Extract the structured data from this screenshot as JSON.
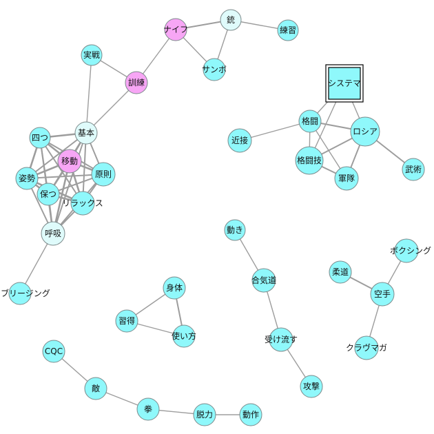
{
  "colors": {
    "cyan": "#8ff8fb",
    "light": "#dffbfb",
    "magenta": "#f7a6f5",
    "stroke": "#7c8a8b",
    "edge": "#9d9d9d"
  },
  "nodes": [
    {
      "id": "naifu",
      "label": "ナイフ",
      "color": "magenta"
    },
    {
      "id": "ju",
      "label": "銃",
      "color": "light"
    },
    {
      "id": "renshu",
      "label": "練習",
      "color": "cyan"
    },
    {
      "id": "sambo",
      "label": "サンボ",
      "color": "cyan"
    },
    {
      "id": "jissen",
      "label": "実戦",
      "color": "cyan"
    },
    {
      "id": "kunren",
      "label": "訓練",
      "color": "magenta"
    },
    {
      "id": "kihon",
      "label": "基本",
      "color": "light"
    },
    {
      "id": "yotsu",
      "label": "四つ",
      "color": "cyan"
    },
    {
      "id": "ido",
      "label": "移動",
      "color": "magenta"
    },
    {
      "id": "gensoku",
      "label": "原則",
      "color": "cyan"
    },
    {
      "id": "shisei",
      "label": "姿勢",
      "color": "cyan"
    },
    {
      "id": "tamotsu",
      "label": "保つ",
      "color": "cyan"
    },
    {
      "id": "relax",
      "label": "リラックス",
      "color": "cyan"
    },
    {
      "id": "kokyu",
      "label": "呼吸",
      "color": "light"
    },
    {
      "id": "breathing",
      "label": "ブリージング",
      "color": "cyan"
    },
    {
      "id": "system",
      "label": "システマ",
      "color": "cyan",
      "shape": "square"
    },
    {
      "id": "kakuto",
      "label": "格闘",
      "color": "cyan"
    },
    {
      "id": "russia",
      "label": "ロシア",
      "color": "cyan"
    },
    {
      "id": "kinsetsu",
      "label": "近接",
      "color": "cyan"
    },
    {
      "id": "kakutogi",
      "label": "格闘技",
      "color": "cyan"
    },
    {
      "id": "guntai",
      "label": "軍隊",
      "color": "cyan"
    },
    {
      "id": "bujutsu",
      "label": "武術",
      "color": "cyan"
    },
    {
      "id": "ugoki",
      "label": "動き",
      "color": "cyan"
    },
    {
      "id": "aikido",
      "label": "合気道",
      "color": "cyan"
    },
    {
      "id": "ukenagasu",
      "label": "受け流す",
      "color": "cyan"
    },
    {
      "id": "kogeki",
      "label": "攻撃",
      "color": "cyan"
    },
    {
      "id": "shintai",
      "label": "身体",
      "color": "cyan"
    },
    {
      "id": "shutoku",
      "label": "習得",
      "color": "cyan"
    },
    {
      "id": "tsukaikata",
      "label": "使い方",
      "color": "cyan"
    },
    {
      "id": "boxing",
      "label": "ボクシング",
      "color": "cyan"
    },
    {
      "id": "judo",
      "label": "柔道",
      "color": "cyan"
    },
    {
      "id": "karate",
      "label": "空手",
      "color": "cyan"
    },
    {
      "id": "kravmaga",
      "label": "クラヴマガ",
      "color": "cyan"
    },
    {
      "id": "cqc",
      "label": "CQC",
      "color": "cyan"
    },
    {
      "id": "teki",
      "label": "敵",
      "color": "cyan"
    },
    {
      "id": "kobushi",
      "label": "拳",
      "color": "cyan"
    },
    {
      "id": "datsuryoku",
      "label": "脱力",
      "color": "cyan"
    },
    {
      "id": "dosa",
      "label": "動作",
      "color": "cyan"
    }
  ],
  "edges": [
    [
      "naifu",
      "ju",
      2
    ],
    [
      "ju",
      "renshu",
      1
    ],
    [
      "ju",
      "sambo",
      1
    ],
    [
      "naifu",
      "sambo",
      1
    ],
    [
      "naifu",
      "kunren",
      1
    ],
    [
      "jissen",
      "kunren",
      1
    ],
    [
      "jissen",
      "kihon",
      1
    ],
    [
      "kunren",
      "kihon",
      1
    ],
    [
      "kihon",
      "yotsu",
      3
    ],
    [
      "kihon",
      "ido",
      3
    ],
    [
      "kihon",
      "gensoku",
      2
    ],
    [
      "kihon",
      "shisei",
      2
    ],
    [
      "kihon",
      "tamotsu",
      2
    ],
    [
      "kihon",
      "relax",
      2
    ],
    [
      "kihon",
      "kokyu",
      2
    ],
    [
      "yotsu",
      "ido",
      3
    ],
    [
      "yotsu",
      "gensoku",
      2
    ],
    [
      "yotsu",
      "shisei",
      3
    ],
    [
      "yotsu",
      "tamotsu",
      2
    ],
    [
      "yotsu",
      "relax",
      2
    ],
    [
      "yotsu",
      "kokyu",
      2
    ],
    [
      "ido",
      "gensoku",
      3
    ],
    [
      "ido",
      "shisei",
      3
    ],
    [
      "ido",
      "tamotsu",
      3
    ],
    [
      "ido",
      "relax",
      3
    ],
    [
      "ido",
      "kokyu",
      3
    ],
    [
      "gensoku",
      "shisei",
      2
    ],
    [
      "gensoku",
      "tamotsu",
      2
    ],
    [
      "gensoku",
      "relax",
      2
    ],
    [
      "gensoku",
      "kokyu",
      2
    ],
    [
      "shisei",
      "tamotsu",
      3
    ],
    [
      "shisei",
      "relax",
      3
    ],
    [
      "shisei",
      "kokyu",
      2
    ],
    [
      "tamotsu",
      "relax",
      3
    ],
    [
      "tamotsu",
      "kokyu",
      3
    ],
    [
      "relax",
      "kokyu",
      2
    ],
    [
      "kokyu",
      "breathing",
      1
    ],
    [
      "system",
      "kakuto",
      1
    ],
    [
      "system",
      "russia",
      1
    ],
    [
      "system",
      "kakutogi",
      1
    ],
    [
      "kakuto",
      "russia",
      2
    ],
    [
      "kakuto",
      "kakutogi",
      1
    ],
    [
      "kakuto",
      "guntai",
      1
    ],
    [
      "kakuto",
      "kinsetsu",
      1
    ],
    [
      "russia",
      "kakutogi",
      2
    ],
    [
      "russia",
      "guntai",
      2
    ],
    [
      "russia",
      "bujutsu",
      2
    ],
    [
      "kakutogi",
      "guntai",
      2
    ],
    [
      "ugoki",
      "aikido",
      1
    ],
    [
      "aikido",
      "ukenagasu",
      1
    ],
    [
      "ukenagasu",
      "kogeki",
      1
    ],
    [
      "shintai",
      "shutoku",
      1
    ],
    [
      "shintai",
      "tsukaikata",
      2
    ],
    [
      "shutoku",
      "tsukaikata",
      1
    ],
    [
      "boxing",
      "karate",
      1
    ],
    [
      "judo",
      "karate",
      2
    ],
    [
      "karate",
      "kravmaga",
      1
    ],
    [
      "cqc",
      "teki",
      1
    ],
    [
      "teki",
      "kobushi",
      1
    ],
    [
      "kobushi",
      "datsuryoku",
      1
    ],
    [
      "datsuryoku",
      "dosa",
      1
    ]
  ]
}
